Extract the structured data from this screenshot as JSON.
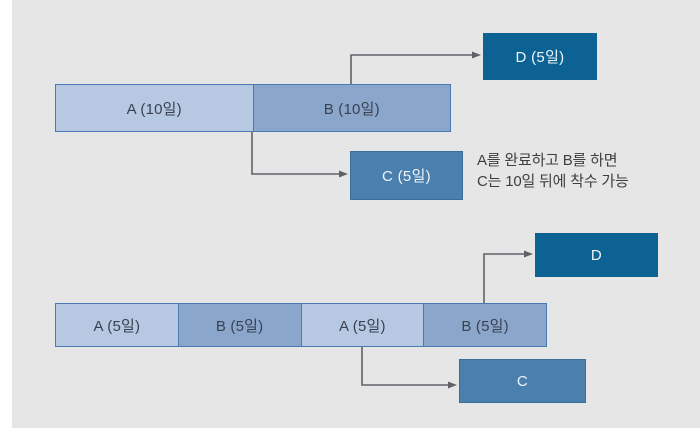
{
  "colors": {
    "page_background": "#ffffff",
    "panel_background": "#e6e6e7",
    "bar_light_fill": "#b6c8e2",
    "bar_medium_fill": "#8aa6cb",
    "bar_border": "#4a7ab2",
    "box_c_fill": "#4b80ae",
    "box_c_border": "#3a6f9c",
    "box_d_fill": "#0c6292",
    "arrow_color": "#5f6368",
    "bar_text_color": "#3a4150",
    "box_text_color": "#eef4fa",
    "note_text_color": "#3e3e3e"
  },
  "top_diagram": {
    "bars": [
      {
        "label": "A (10일)",
        "variant": "light"
      },
      {
        "label": "B (10일)",
        "variant": "medium"
      }
    ],
    "d_box_label": "D (5일)",
    "c_box_label": "C (5일)",
    "note": {
      "line1": "A를 완료하고 B를 하면",
      "line2": "C는 10일 뒤에 착수 가능"
    }
  },
  "bottom_diagram": {
    "bars": [
      {
        "label": "A (5일)",
        "variant": "light"
      },
      {
        "label": "B (5일)",
        "variant": "medium"
      },
      {
        "label": "A (5일)",
        "variant": "light"
      },
      {
        "label": "B (5일)",
        "variant": "medium"
      }
    ],
    "d_box_label": "D",
    "c_box_label": "C"
  }
}
